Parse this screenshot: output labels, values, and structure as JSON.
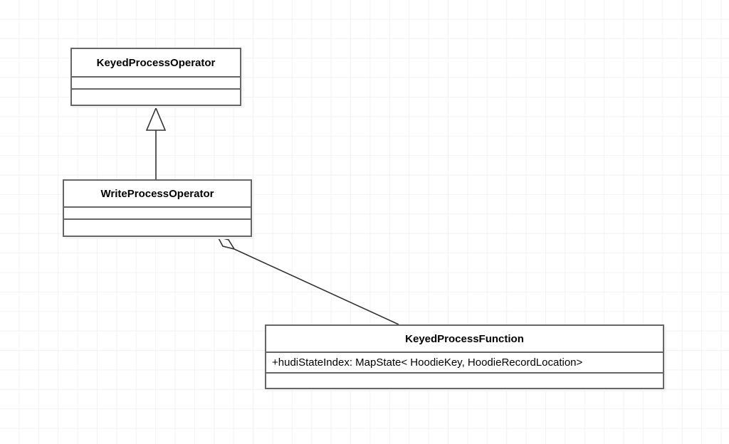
{
  "diagram": {
    "type": "uml-class-diagram",
    "background": "#ffffff",
    "grid_color": "#f2f2f2",
    "border_color": "#666666",
    "line_color": "#333333",
    "classes": [
      {
        "id": "keyed-process-operator",
        "name": "KeyedProcessOperator",
        "attributes": [],
        "operations": []
      },
      {
        "id": "write-process-operator",
        "name": "WriteProcessOperator",
        "attributes": [],
        "operations": []
      },
      {
        "id": "keyed-process-function",
        "name": "KeyedProcessFunction",
        "attributes": [
          "+hudiStateIndex: MapState< HoodieKey, HoodieRecordLocation>"
        ],
        "operations": []
      }
    ],
    "relationships": [
      {
        "id": "generalization-write-to-keyed-operator",
        "type": "generalization",
        "marker": "hollow-triangle",
        "from": "WriteProcessOperator",
        "to": "KeyedProcessOperator"
      },
      {
        "id": "aggregation-write-operator-to-function",
        "type": "aggregation",
        "marker": "hollow-diamond",
        "from": "WriteProcessOperator",
        "to": "KeyedProcessFunction"
      }
    ]
  }
}
